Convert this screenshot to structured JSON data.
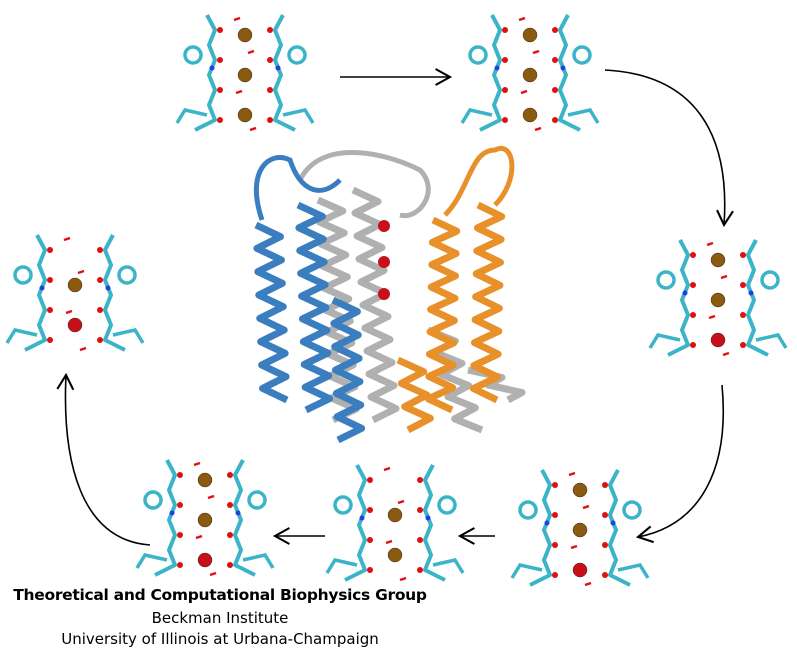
{
  "caption": {
    "group": "Theoretical and Computational Biophysics Group",
    "institute": "Beckman Institute",
    "university": "University of Illinois at Urbana-Champaign"
  },
  "colors": {
    "stick": "#3cb4c8",
    "oxygen": "#e01010",
    "nitrogen": "#2040e0",
    "potassium": "#8a5a10",
    "sodium": "#c8101a",
    "helix_a": "#3a7ec0",
    "helix_b": "#e8902a",
    "helix_gray": "#b0b0b0"
  },
  "filter_states": [
    {
      "name": "state-1",
      "ions": [
        "potassium",
        "potassium",
        "potassium"
      ]
    },
    {
      "name": "state-2",
      "ions": [
        "potassium",
        "potassium",
        "potassium"
      ]
    },
    {
      "name": "state-3",
      "ions": [
        "potassium",
        "potassium",
        "sodium"
      ]
    },
    {
      "name": "state-4",
      "ions": [
        "potassium",
        "potassium",
        "sodium"
      ]
    },
    {
      "name": "state-5",
      "ions": [
        "potassium",
        "potassium"
      ]
    },
    {
      "name": "state-6",
      "ions": [
        "potassium",
        "potassium",
        "sodium"
      ]
    },
    {
      "name": "state-7",
      "ions": [
        "potassium",
        "sodium"
      ]
    }
  ]
}
